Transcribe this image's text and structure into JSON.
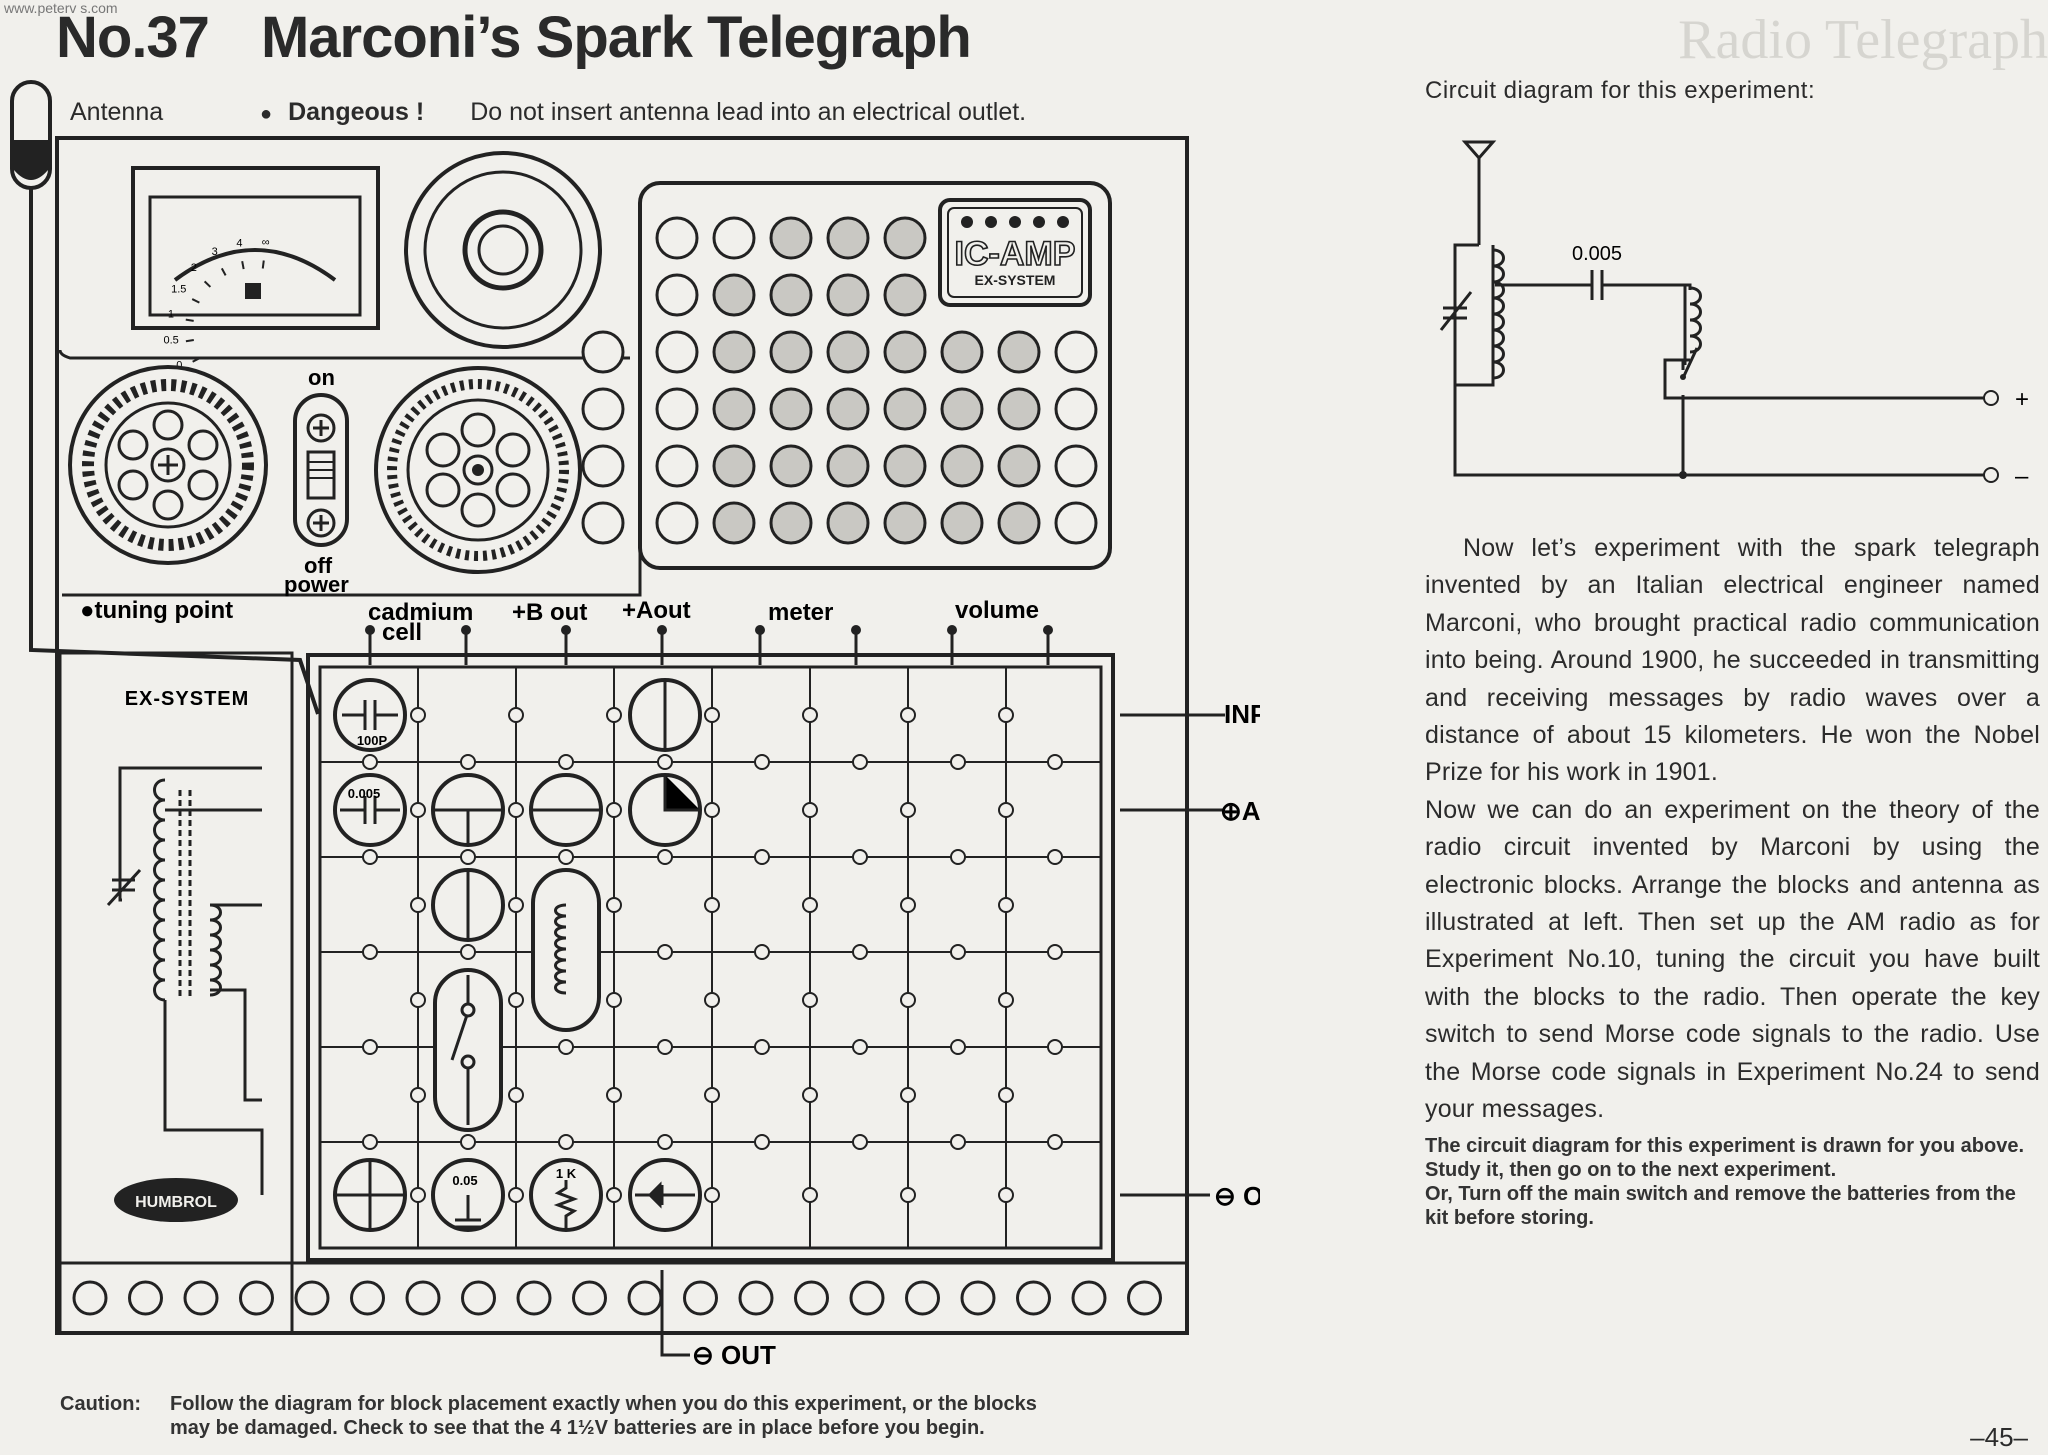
{
  "watermark": "www.peterv s.com",
  "title": {
    "number": "No.37",
    "name": "Marconi’s Spark Telegraph"
  },
  "ghost_heading": "Radio Telegraph",
  "warning": {
    "antenna_label": "Antenna",
    "danger_label": "Dangeous !",
    "danger_text": "Do not insert antenna lead into an electrical outlet."
  },
  "panel": {
    "ic_amp_label": "IC-AMP",
    "ex_system_small": "EX-SYSTEM",
    "on_label": "on",
    "off_label": "off",
    "power_label": "power",
    "tuning_point": "●tuning point",
    "terminals": [
      "cadmium",
      "cell",
      "+B out",
      "+Aout",
      "meter",
      "volume"
    ],
    "ex_system_label": "EX-SYSTEM",
    "brand": "HUMBROL",
    "meter_scale": [
      "0",
      "0.5",
      "1",
      "1.5",
      "2",
      "3",
      "4",
      "∞"
    ]
  },
  "blocks": {
    "capacitor_100p": "100P",
    "capacitor_0005": "0.005",
    "capacitor_005": "0.05",
    "resistor_1k": "1 K"
  },
  "side_labels": {
    "input": "INPUT",
    "aout": "⊕AOUT",
    "out": "⊖ OUT",
    "bottom_out": "⊖ OUT"
  },
  "circuit": {
    "title": "Circuit diagram for this experiment:",
    "capacitor_label": "0.005",
    "plus": "+",
    "minus": "–"
  },
  "body": {
    "para1": "Now let’s experiment with the spark telegraph invented by an Italian electrical engineer named Marconi, who brought practical radio communication into being. Around 1900, he succeeded in transmitting and receiving messages by radio waves over a distance of about 15 kilometers. He won the Nobel Prize for his work in 1901.",
    "para2": "Now we can do an experiment on the theory of the radio circuit invented by Marconi by using the electronic blocks. Arrange the blocks and antenna as illustrated at left. Then set up the AM radio as for Experiment No.10, tuning the circuit you have built with the blocks to the radio. Then operate the key switch to send Morse code signals to the radio. Use the Morse code signals in Experiment No.24 to send your messages."
  },
  "note": {
    "line1": "The circuit diagram for this experiment is drawn for you above. Study it, then go on to the next experiment.",
    "or_label": "Or,",
    "line2": "Turn off the main switch and remove the batteries from the kit before storing."
  },
  "caution": {
    "label": "Caution:",
    "line1": "Follow the diagram for block placement exactly when you do this experiment, or the blocks",
    "line2": "may be damaged. Check to see that the 4 1½V batteries are in place before you begin."
  },
  "page_number": "–45–"
}
